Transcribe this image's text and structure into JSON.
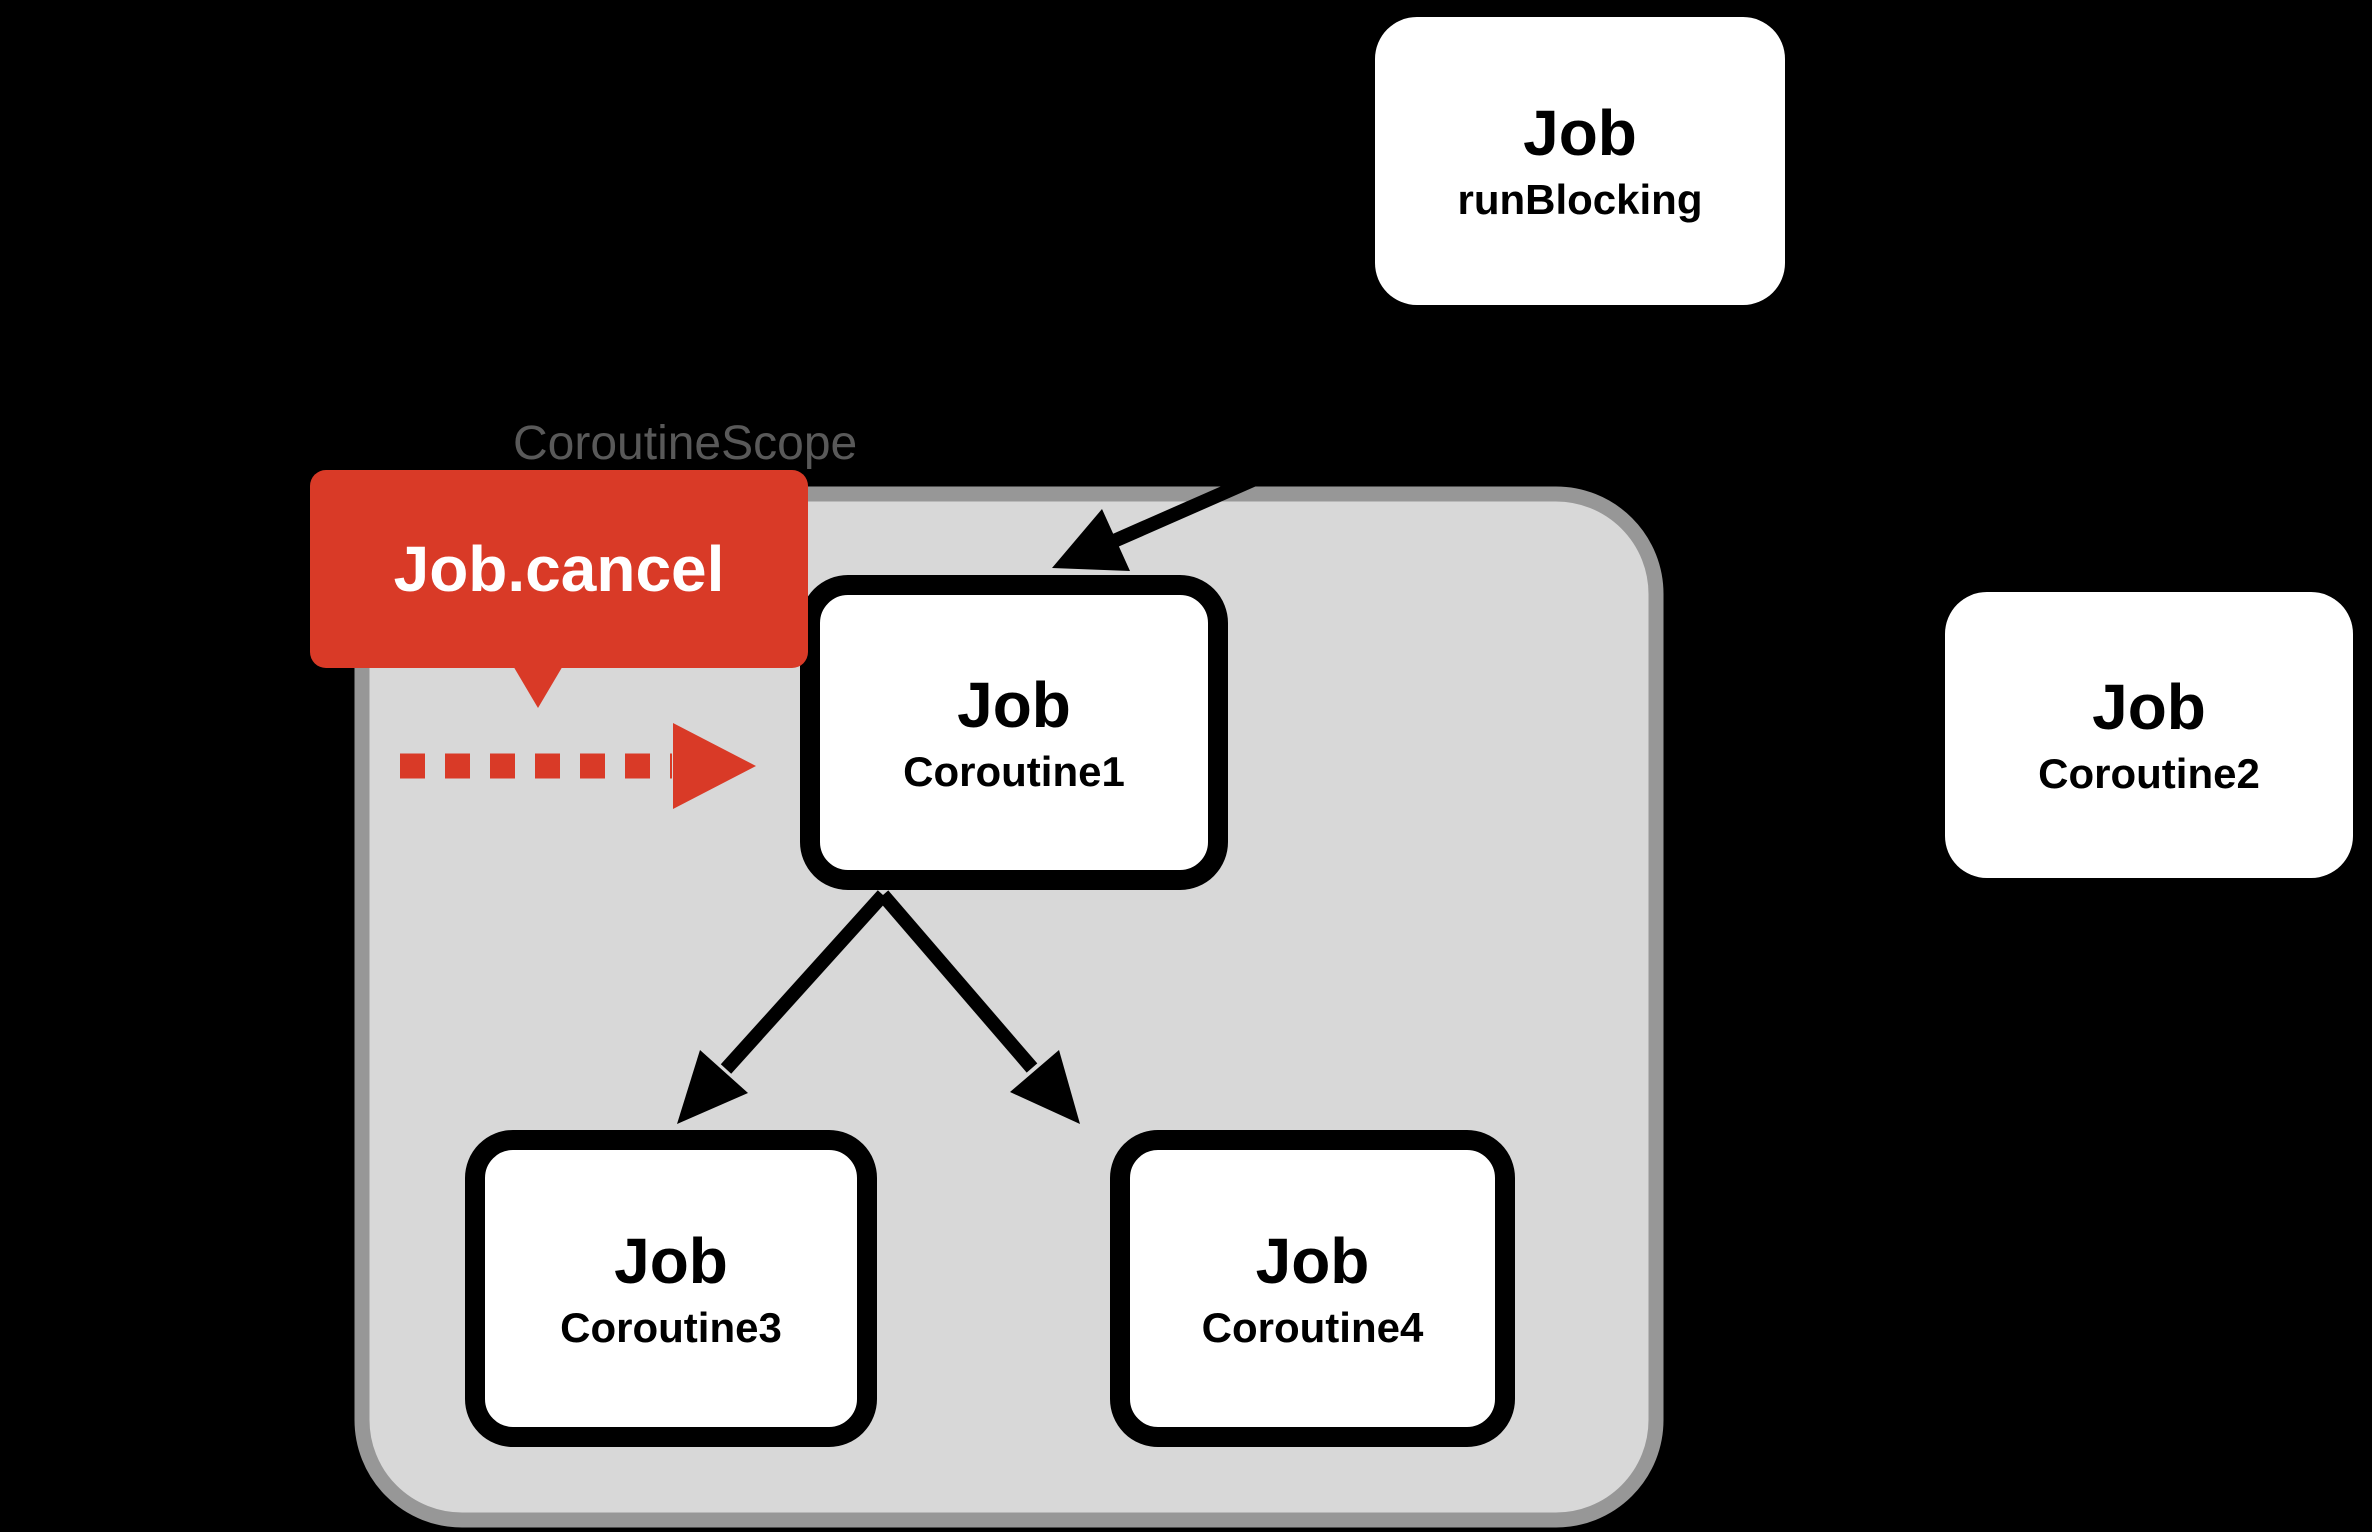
{
  "colors": {
    "background": "#000000",
    "scope_fill": "#d8d8d8",
    "scope_border": "#979797",
    "scope_label_text": "#595959",
    "node_fill": "#ffffff",
    "node_border": "#000000",
    "node_text": "#000000",
    "edge": "#000000",
    "accent_red": "#d93a27",
    "callout_text": "#ffffff"
  },
  "scope": {
    "label": "CoroutineScope"
  },
  "callout": {
    "label": "Job.cancel"
  },
  "nodes": [
    {
      "id": "job-runblocking",
      "title": "Job",
      "subtitle": "runBlocking"
    },
    {
      "id": "job-coroutine1",
      "title": "Job",
      "subtitle": "Coroutine1"
    },
    {
      "id": "job-coroutine2",
      "title": "Job",
      "subtitle": "Coroutine2"
    },
    {
      "id": "job-coroutine3",
      "title": "Job",
      "subtitle": "Coroutine3"
    },
    {
      "id": "job-coroutine4",
      "title": "Job",
      "subtitle": "Coroutine4"
    }
  ],
  "edges": [
    {
      "from": "job-runblocking",
      "to": "job-coroutine1",
      "style": "solid-arrow"
    },
    {
      "from": "job-coroutine1",
      "to": "job-coroutine3",
      "style": "solid-arrow"
    },
    {
      "from": "job-coroutine1",
      "to": "job-coroutine4",
      "style": "solid-arrow"
    },
    {
      "from": "job-cancel-callout",
      "to": "job-coroutine1",
      "style": "dashed-red-arrow"
    }
  ]
}
